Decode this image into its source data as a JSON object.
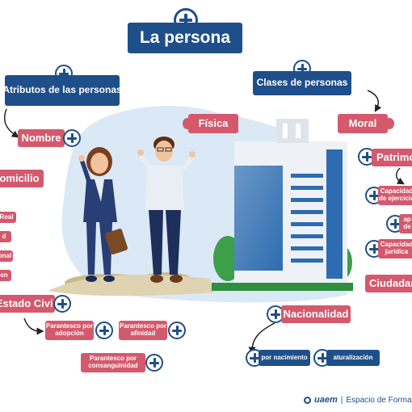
{
  "title": "La persona",
  "left": {
    "atributos": "Atributos de las personas",
    "nombre": "Nombre",
    "domicilio": "omicilio",
    "domicilio_items": [
      "Real",
      "d",
      "onal",
      "en"
    ],
    "estado_civil": "Estado Civil",
    "parentesco": [
      "Parantesco por adopción",
      "Parantesco por afinidad",
      "Parantesco por consanguinidad"
    ]
  },
  "center": {
    "fisica": "Física"
  },
  "right": {
    "clases": "Clases de personas",
    "moral": "Moral",
    "patrimonio": "Patrimo",
    "patrimonio_items": [
      "Capacidad de ejercicio",
      "ap de",
      "Capacidad jurídica"
    ],
    "ciudadania": "Ciudadan",
    "nacionalidad": "Nacionalidad",
    "nacionalidad_items": [
      "por nacimiento",
      "aturalización"
    ]
  },
  "footer": {
    "brand": "uaem",
    "separator": "|",
    "text": "Espacio de Formació"
  },
  "colors": {
    "blue": "#1f4f8a",
    "pink": "#d4596d",
    "light_blue_bg": "#dbe9f6"
  }
}
